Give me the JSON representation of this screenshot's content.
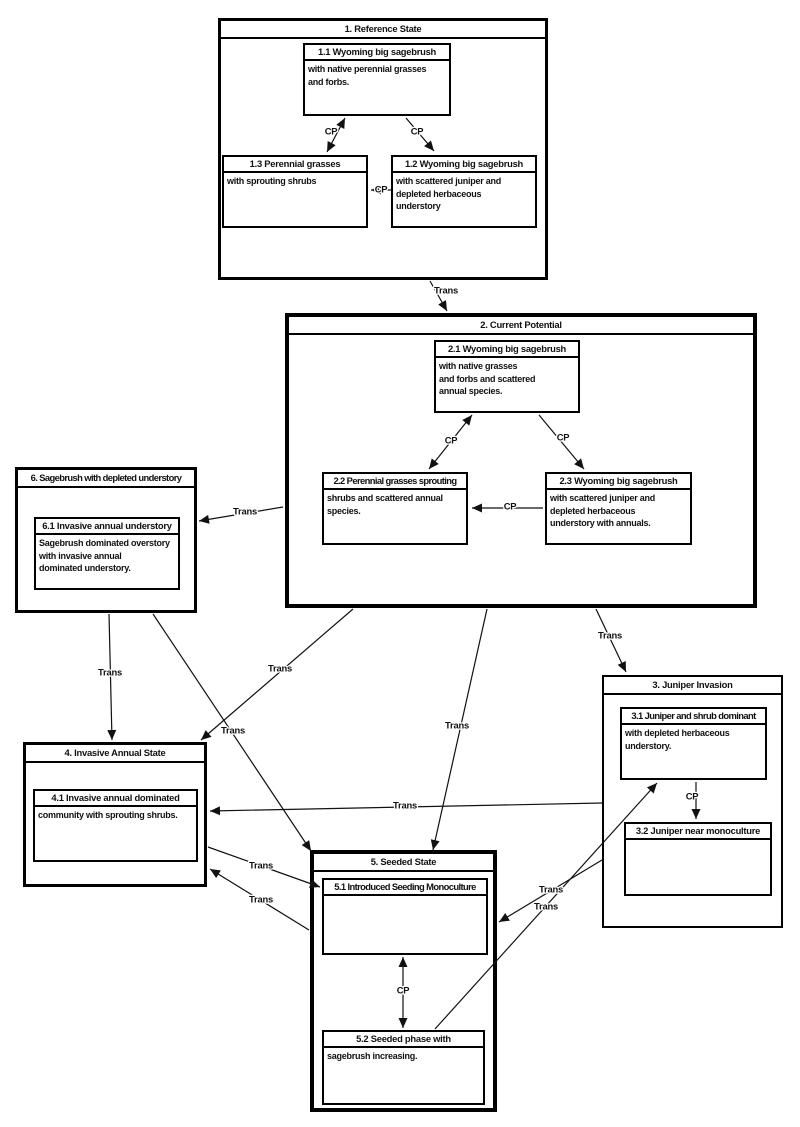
{
  "labels": {
    "trans": "Trans",
    "cp": "CP"
  },
  "states": {
    "s1": {
      "title": "1. Reference State",
      "phases": {
        "p11": {
          "title": "1.1 Wyoming big sagebrush",
          "body": "with native perennial grasses\nand forbs."
        },
        "p13": {
          "title": "1.3 Perennial grasses",
          "body": "with sprouting shrubs"
        },
        "p12": {
          "title": "1.2 Wyoming big sagebrush",
          "body": "with scattered juniper and\ndepleted herbaceous\nunderstory"
        }
      }
    },
    "s2": {
      "title": "2. Current Potential",
      "phases": {
        "p21": {
          "title": "2.1 Wyoming big sagebrush",
          "body": "with native grasses\nand forbs and scattered\nannual species."
        },
        "p22": {
          "title": "2.2 Perennial grasses sprouting",
          "body": "shrubs and scattered annual\nspecies."
        },
        "p23": {
          "title": "2.3 Wyoming big sagebrush",
          "body": "with scattered juniper and\ndepleted herbaceous\nunderstory with annuals."
        }
      }
    },
    "s3": {
      "title": "3. Juniper Invasion",
      "phases": {
        "p31": {
          "title": "3.1 Juniper and shrub dominant",
          "body": "with depleted herbaceous\nunderstory."
        },
        "p32": {
          "title": "3.2 Juniper near monoculture",
          "body": ""
        }
      }
    },
    "s4": {
      "title": "4. Invasive Annual State",
      "phases": {
        "p41": {
          "title": "4.1 Invasive annual dominated",
          "body": "community with sprouting shrubs."
        }
      }
    },
    "s5": {
      "title": "5. Seeded State",
      "phases": {
        "p51": {
          "title": "5.1 Introduced Seeding Monoculture",
          "body": ""
        },
        "p52": {
          "title": "5.2 Seeded phase with",
          "body": "sagebrush increasing."
        }
      }
    },
    "s6": {
      "title": "6. Sagebrush with depleted understory",
      "phases": {
        "p61": {
          "title": "6.1 Invasive annual understory",
          "body": "Sagebrush dominated overstory\nwith invasive annual\ndominated understory."
        }
      }
    }
  },
  "transitions": [
    {
      "from": "1",
      "to": "2",
      "label": "Trans"
    },
    {
      "from": "2",
      "to": "6",
      "label": "Trans"
    },
    {
      "from": "6",
      "to": "4",
      "label": "Trans"
    },
    {
      "from": "2",
      "to": "4",
      "label": "Trans"
    },
    {
      "from": "6",
      "to": "5",
      "label": "Trans"
    },
    {
      "from": "2",
      "to": "5",
      "label": "Trans"
    },
    {
      "from": "2",
      "to": "3",
      "label": "Trans"
    },
    {
      "from": "3",
      "to": "4",
      "label": "Trans"
    },
    {
      "from": "4",
      "to": "5.1",
      "label": "Trans"
    },
    {
      "from": "5",
      "to": "4",
      "label": "Trans"
    },
    {
      "from": "3",
      "to": "5",
      "label": "Trans"
    },
    {
      "from": "5.2",
      "to": "3.1",
      "label": "Trans"
    }
  ],
  "community_pathways": [
    {
      "from": "1.1",
      "to": "1.3",
      "label": "CP",
      "bidirectional": true
    },
    {
      "from": "1.1",
      "to": "1.2",
      "label": "CP",
      "bidirectional": false
    },
    {
      "from": "1.2",
      "to": "1.3",
      "label": "CP",
      "bidirectional": false
    },
    {
      "from": "2.1",
      "to": "2.2",
      "label": "CP",
      "bidirectional": true
    },
    {
      "from": "2.1",
      "to": "2.3",
      "label": "CP",
      "bidirectional": false
    },
    {
      "from": "2.3",
      "to": "2.2",
      "label": "CP",
      "bidirectional": false
    },
    {
      "from": "3.1",
      "to": "3.2",
      "label": "CP",
      "bidirectional": false
    },
    {
      "from": "5.1",
      "to": "5.2",
      "label": "CP",
      "bidirectional": true
    }
  ]
}
